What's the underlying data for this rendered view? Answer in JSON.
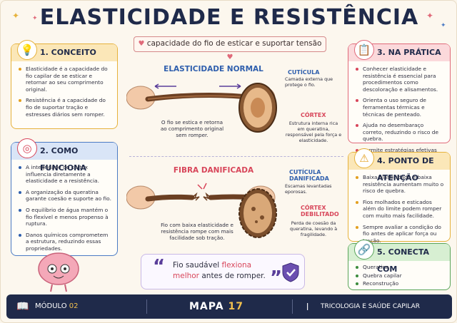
{
  "title": "ELASTICIDADE E RESISTÊNCIA",
  "subtitle": "capacidade do fio de esticar e suportar tensão",
  "cards": {
    "conceito": {
      "title": "1. CONCEITO",
      "icon": "lightbulb-icon",
      "items": [
        "Elasticidade é a capacidade do fio capilar de se esticar e retornar ao seu comprimento original.",
        "Resistência é a capacidade do fio de suportar tração e estresses diários sem romper."
      ]
    },
    "como_funciona": {
      "title": "2. COMO FUNCIONA",
      "icon": "target-icon",
      "items": [
        "A integridade do córtex influencia diretamente a elasticidade e a resistência.",
        "A organização da queratina garante coesão e suporte ao fio.",
        "O equilíbrio de água mantém o fio flexível e menos propenso à ruptura.",
        "Danos químicos comprometem a estrutura, reduzindo essas propriedades."
      ]
    },
    "na_pratica": {
      "title": "3. NA PRÁTICA",
      "icon": "clipboard-icon",
      "items": [
        "Conhecer elasticidade e resistência é essencial para procedimentos como descoloração e alisamentos.",
        "Orienta o uso seguro de ferramentas térmicas e técnicas de penteado.",
        "Ajuda no desembaraço correto, reduzindo o risco de quebra.",
        "Permite estratégias efetivas de prevenção e tratamento."
      ]
    },
    "ponto_atencao": {
      "title": "4. PONTO DE ATENÇÃO",
      "icon": "warning-icon",
      "items": [
        "Baixa elasticidade e baixa resistência aumentam muito o risco de quebra.",
        "Fios molhados e esticados além do limite podem romper com muito mais facilidade.",
        "Sempre avaliar a condição do fio antes de aplicar força ou tração."
      ]
    },
    "conecta": {
      "title": "5. CONECTA COM",
      "icon": "link-icon",
      "items": [
        "Queratina",
        "Quebra capilar",
        "Reconstrução"
      ]
    }
  },
  "illustration": {
    "normal_title": "ELASTICIDADE NORMAL",
    "normal_caption": "O fio se estica e retorna ao comprimento original sem romper.",
    "cuticula_label": "CUTÍCULA",
    "cuticula_text": "Camada externa que protege o fio.",
    "cortex_label": "CÓRTEX",
    "cortex_text": "Estrutura interna rica em queratina, responsável pela força e elasticidade.",
    "damaged_title": "FIBRA DANIFICADA",
    "damaged_caption": "Fio com baixa elasticidade e resistência rompe com mais facilidade sob tração.",
    "cuticula_danificada_label": "CUTÍCULA DANIFICADA",
    "cuticula_danificada_text": "Escamas levantadas eporosas.",
    "cortex_debilitado_label": "CÓRTEX DEBILITADO",
    "cortex_debilitado_text": "Perda de coesão da queratina, levando à fragilidade."
  },
  "quote": {
    "before": "Fio saudável ",
    "highlight": "flexiona melhor",
    "after": " antes de romper."
  },
  "footer": {
    "modulo_label": "MÓDULO",
    "modulo_num": "02",
    "mapa_label": "MAPA",
    "mapa_num": "17",
    "area": "TRICOLOGIA E SAÚDE CAPILAR"
  },
  "colors": {
    "navy": "#1f2a4a",
    "gold": "#e6b23c",
    "blue": "#4b7bc4",
    "red": "#e06a7a",
    "green": "#5aa55a"
  }
}
